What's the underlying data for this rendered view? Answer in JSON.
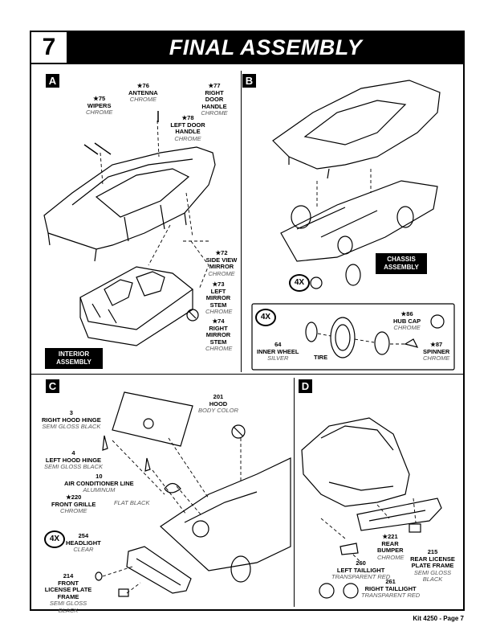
{
  "step_number": "7",
  "title": "FINAL ASSEMBLY",
  "panels": {
    "a": "A",
    "b": "B",
    "c": "C",
    "d": "D"
  },
  "multiplier": "4X",
  "parts": {
    "p75": {
      "num": "★75",
      "name": "WIPERS",
      "finish": "CHROME"
    },
    "p76": {
      "num": "★76",
      "name": "ANTENNA",
      "finish": "CHROME"
    },
    "p77": {
      "num": "★77",
      "name": "RIGHT DOOR HANDLE",
      "finish": "CHROME"
    },
    "p78": {
      "num": "★78",
      "name": "LEFT DOOR HANDLE",
      "finish": "CHROME"
    },
    "p72": {
      "num": "★72",
      "name": "SIDE VIEW MIRROR",
      "finish": "CHROME"
    },
    "p73": {
      "num": "★73",
      "name": "LEFT MIRROR STEM",
      "finish": "CHROME"
    },
    "p74": {
      "num": "★74",
      "name": "RIGHT MIRROR STEM",
      "finish": "CHROME"
    },
    "p64": {
      "num": "64",
      "name": "INNER WHEEL",
      "finish": "SILVER"
    },
    "tire": {
      "name": "TIRE"
    },
    "p86": {
      "num": "★86",
      "name": "HUB CAP",
      "finish": "CHROME"
    },
    "p87": {
      "num": "★87",
      "name": "SPINNER",
      "finish": "CHROME"
    },
    "p201": {
      "num": "201",
      "name": "HOOD",
      "finish": "BODY COLOR"
    },
    "p3": {
      "num": "3",
      "name": "RIGHT HOOD HINGE",
      "finish": "SEMI GLOSS BLACK"
    },
    "p4": {
      "num": "4",
      "name": "LEFT HOOD HINGE",
      "finish": "SEMI GLOSS BLACK"
    },
    "p10": {
      "num": "10",
      "name": "AIR CONDITIONER LINE",
      "finish": "ALUMINUM"
    },
    "flat_black": "FLAT BLACK",
    "p220": {
      "num": "★220",
      "name": "FRONT GRILLE",
      "finish": "CHROME"
    },
    "p254": {
      "num": "254",
      "name": "HEADLIGHT",
      "finish": "CLEAR"
    },
    "p214": {
      "num": "214",
      "name": "FRONT LICENSE PLATE FRAME",
      "finish": "SEMI GLOSS BLACK"
    },
    "p221": {
      "num": "★221",
      "name": "REAR BUMPER",
      "finish": "CHROME"
    },
    "p215": {
      "num": "215",
      "name": "REAR LICENSE PLATE FRAME",
      "finish": "SEMI GLOSS BLACK"
    },
    "p260": {
      "num": "260",
      "name": "LEFT TAILLIGHT",
      "finish": "TRANSPARENT RED"
    },
    "p261": {
      "num": "261",
      "name": "RIGHT TAILLIGHT",
      "finish": "TRANSPARENT RED"
    }
  },
  "callouts": {
    "interior": "INTERIOR ASSEMBLY",
    "chassis": "CHASSIS ASSEMBLY"
  },
  "footer": "Kit 4250 - Page 7"
}
